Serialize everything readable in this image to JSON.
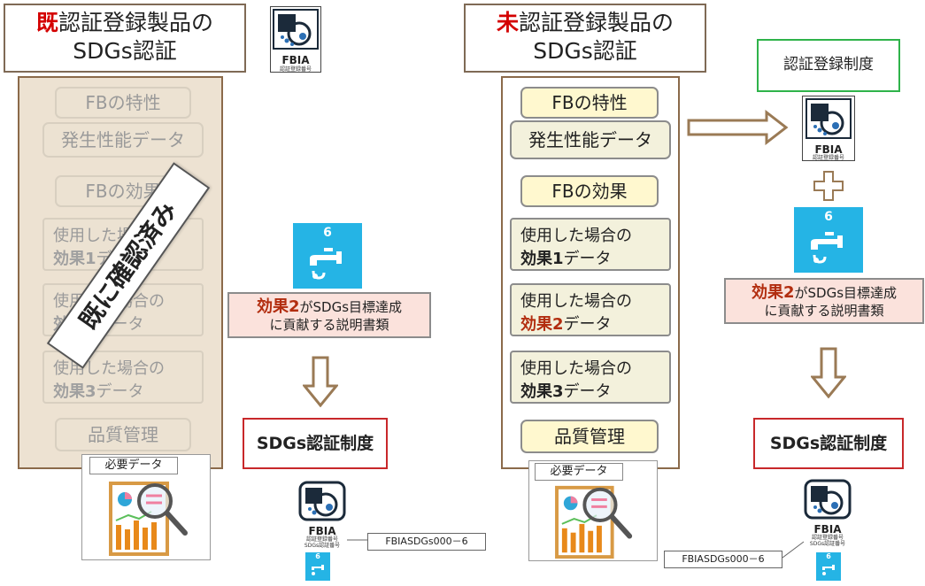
{
  "left": {
    "title_prefix": "既",
    "title_rest": "認証登録製品の",
    "title_line2": "SDGs認証",
    "stamp": "既に確認済み",
    "items": {
      "fb_traits": "FBの特性",
      "performance": "発生性能データ",
      "fb_effects": "FBの効果",
      "use1_line1": "使用した場合の",
      "use1_bold": "効果1",
      "use1_suffix": "データ",
      "use2_line1": "使用した場合の",
      "use2_bold": "効果2",
      "use2_suffix": "データ",
      "use3_line1": "使用した場合の",
      "use3_bold": "効果3",
      "use3_suffix": "データ",
      "quality": "品質管理"
    },
    "required_label": "必要データ",
    "explain_bold": "効果2",
    "explain_rest": "がSDGs目標達成",
    "explain_line2": "に貢献する説明書類",
    "sdgs_system": "SDGs認証制度",
    "code": "FBIASDGs000－6"
  },
  "right": {
    "title_prefix": "未",
    "title_rest": "認証登録製品の",
    "title_line2": "SDGs認証",
    "items": {
      "fb_traits": "FBの特性",
      "performance": "発生性能データ",
      "fb_effects": "FBの効果",
      "use1_line1": "使用した場合の",
      "use1_bold": "効果1",
      "use1_suffix": "データ",
      "use2_line1": "使用した場合の",
      "use2_bold": "効果2",
      "use2_suffix": "データ",
      "use3_line1": "使用した場合の",
      "use3_bold": "効果3",
      "use3_suffix": "データ",
      "quality": "品質管理"
    },
    "required_label": "必要データ",
    "cert_system": "認証登録制度",
    "explain_bold": "効果2",
    "explain_rest": "がSDGs目標達成",
    "explain_line2": "に貢献する説明書類",
    "sdgs_system": "SDGs認証制度",
    "code": "FBIASDGs000－6"
  },
  "logos": {
    "fbia_text": "FBIA",
    "fbia_sub1": "認証登録番号",
    "fbia_sub2": "SDGs認証番号",
    "sdg_number": "6"
  },
  "colors": {
    "sdg6_blue": "#25b4e5",
    "accent_red": "#d40000",
    "sdgs_border": "#c8282a",
    "cert_border": "#2fb34a"
  }
}
